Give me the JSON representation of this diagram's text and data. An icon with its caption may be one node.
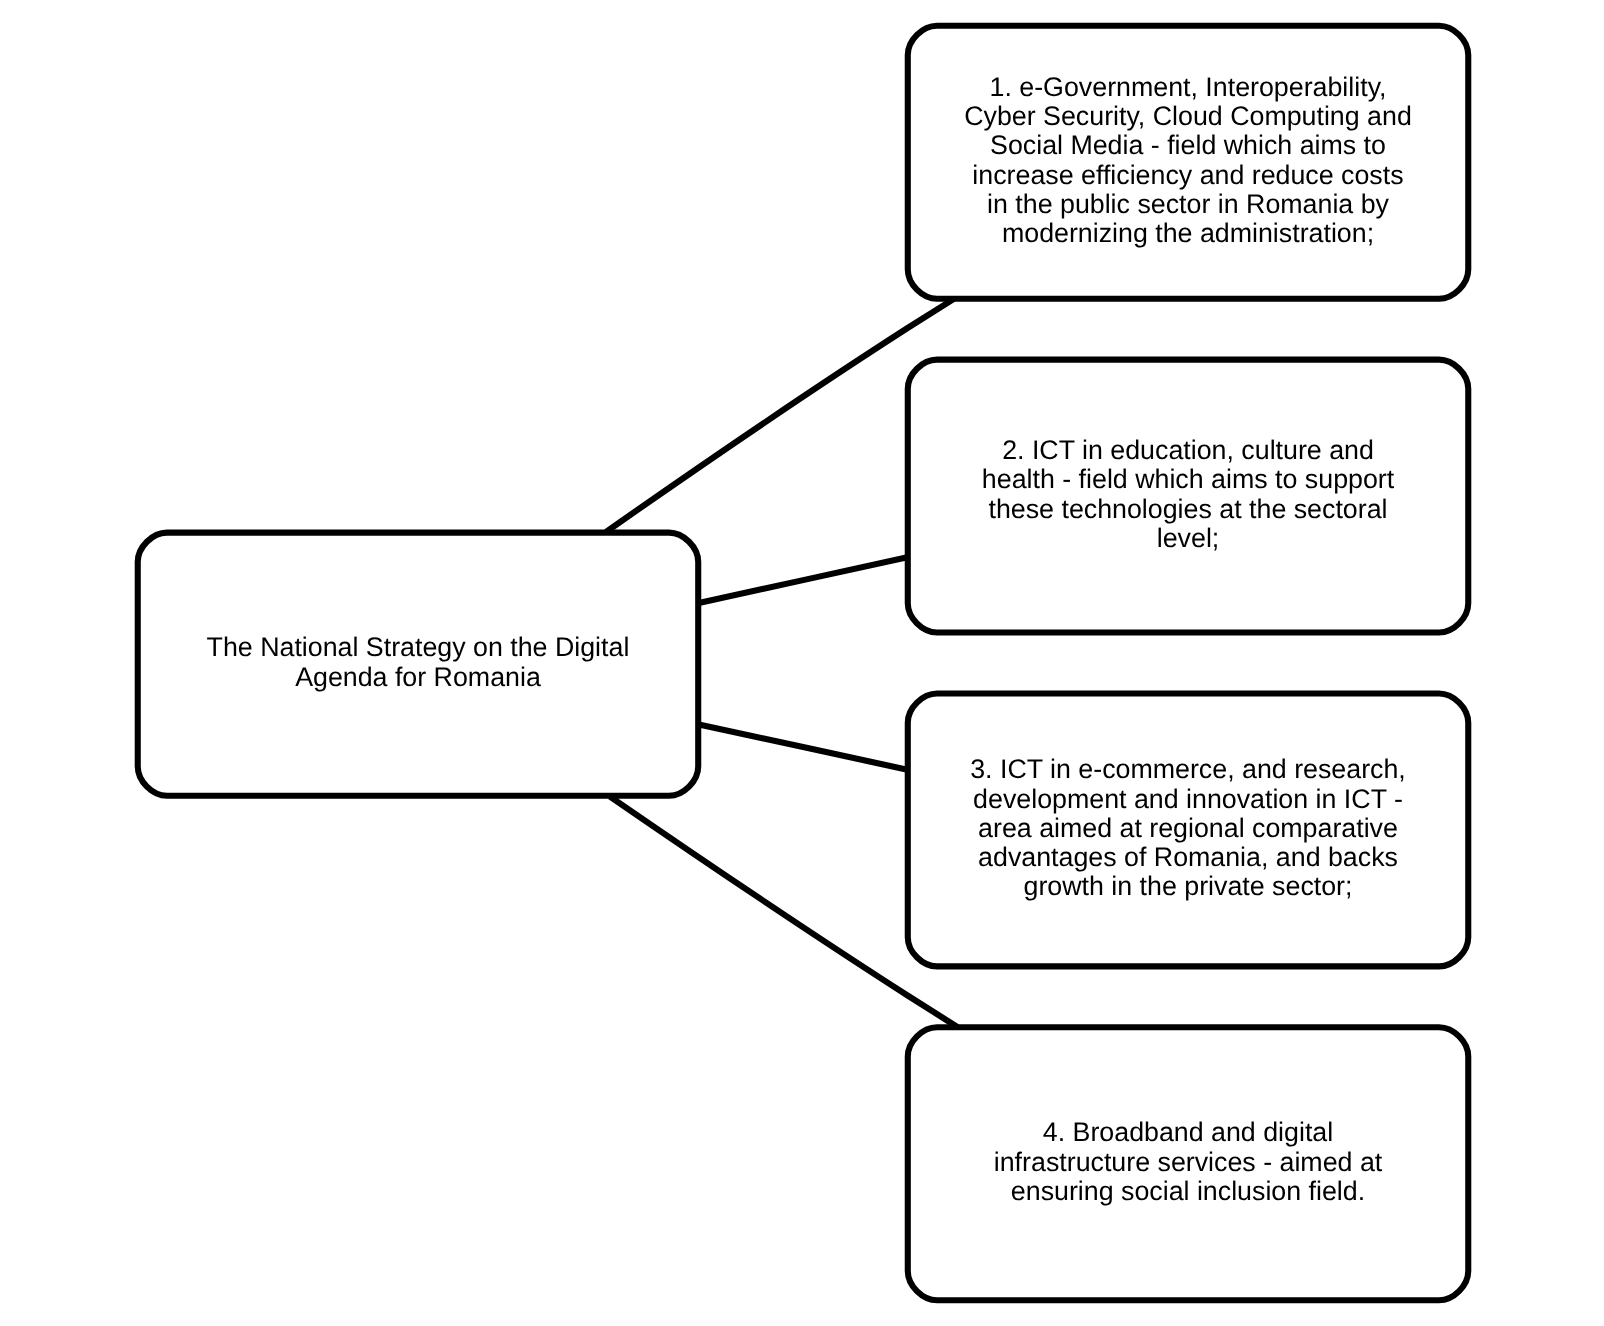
{
  "diagram": {
    "nodes": [
      {
        "text": [
          "The National Strategy on the Digital Agenda for Romania"
        ]
      },
      {
        "text": [
          "1. e-Government, Interoperability, Cyber Security, Cloud Computing and Social Media - field which aims to increase efficiency and reduce costs in the public sector in Romania by modernizing the administration;"
        ]
      },
      {
        "text": [
          "2. ICT in education, culture and health - field which aims to support these technologies at the sectoral level;"
        ]
      },
      {
        "text": [
          "3. ICT in e-commerce, and research, development and innovation in ICT - area aimed at regional comparative advantages of Romania, and backs growth in the private sector;"
        ]
      },
      {
        "text": [
          "4. Broadband and digital infrastructure services - aimed at ensuring social inclusion field."
        ]
      }
    ],
    "edges": [
      {
        "from": 0,
        "to": 1,
        "arrow": "none"
      },
      {
        "from": 0,
        "to": 2,
        "arrow": "none"
      },
      {
        "from": 0,
        "to": 3,
        "arrow": "none"
      },
      {
        "from": 0,
        "to": 4,
        "arrow": "none"
      }
    ]
  }
}
